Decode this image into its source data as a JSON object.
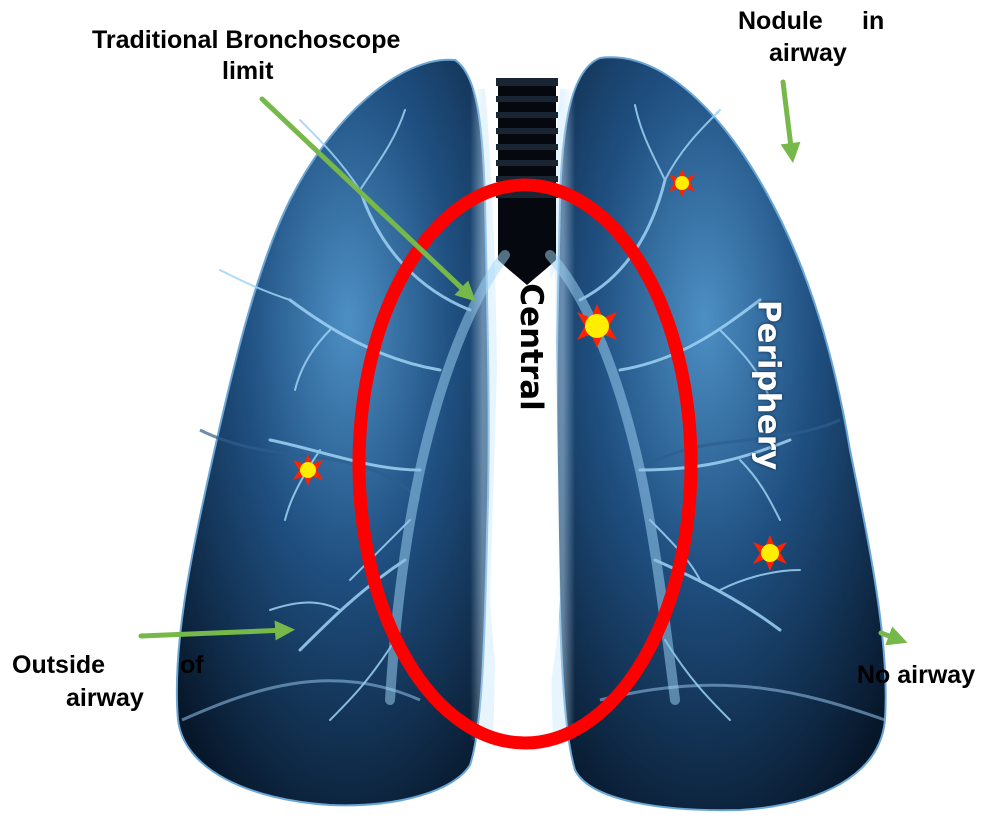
{
  "labels": {
    "trad_limit_line1": "Traditional Bronchoscope",
    "trad_limit_line2": "limit",
    "nodule_word": "Nodule",
    "nodule_in": "in",
    "nodule_airway": "airway",
    "central": "Central",
    "periphery": "Periphery",
    "outside_word": "Outside",
    "outside_of": "of",
    "outside_airway": "airway",
    "no_airway": "No airway"
  },
  "colors": {
    "lung_dark": "#0a1a2e",
    "lung_mid": "#1e4f80",
    "lung_light": "#8fc6ee",
    "bronchi": "#9fd3f5",
    "trachea": "#050a12",
    "ellipse": "#ff0000",
    "arrow": "#77b84a",
    "nodule_fill": "#ffee00",
    "nodule_ray": "#ff2200"
  }
}
